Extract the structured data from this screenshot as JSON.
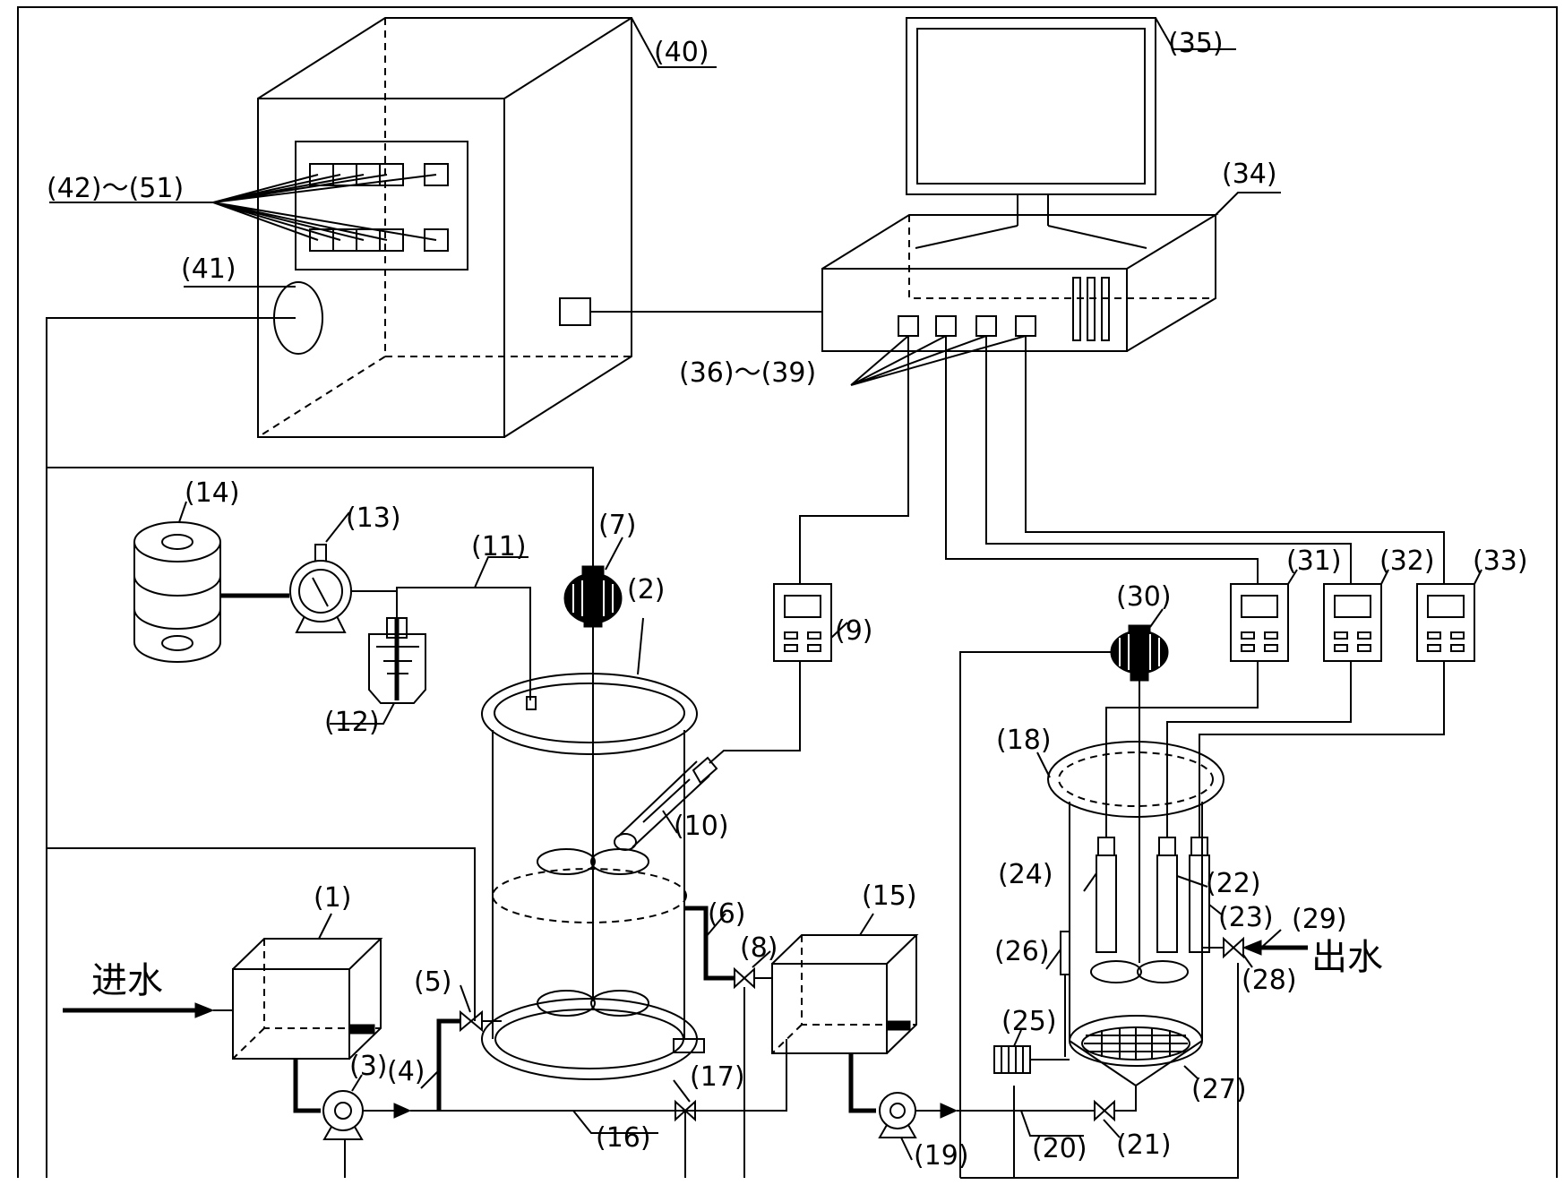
{
  "labels": {
    "l1": "(1)",
    "l2": "(2)",
    "l3": "(3)",
    "l4": "(4)",
    "l5": "(5)",
    "l6": "(6)",
    "l7": "(7)",
    "l8": "(8)",
    "l9": "(9)",
    "l10": "(10)",
    "l11": "(11)",
    "l12": "(12)",
    "l13": "(13)",
    "l14": "(14)",
    "l15": "(15)",
    "l16": "(16)",
    "l17": "(17)",
    "l18": "(18)",
    "l19": "(19)",
    "l20": "(20)",
    "l21": "(21)",
    "l22": "(22)",
    "l23": "(23)",
    "l24": "(24)",
    "l25": "(25)",
    "l26": "(26)",
    "l27": "(27)",
    "l28": "(28)",
    "l29": "(29)",
    "l30": "(30)",
    "l31": "(31)",
    "l32": "(32)",
    "l33": "(33)",
    "l34": "(34)",
    "l35": "(35)",
    "l36_39": "(36)～(39)",
    "l40": "(40)",
    "l41": "(41)",
    "l42_51": "(42)～(51)"
  },
  "text": {
    "inlet": "进水",
    "outlet": "出水"
  }
}
